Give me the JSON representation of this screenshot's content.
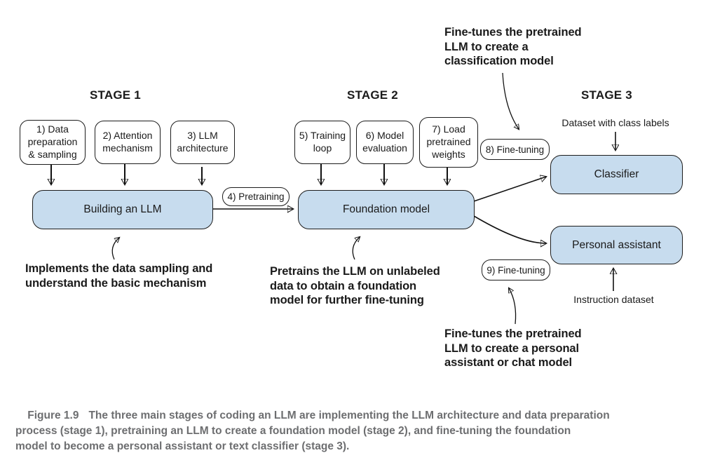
{
  "colors": {
    "box_fill": "#c7dcee",
    "box_border": "#1c1c1c",
    "caption_text": "#6d6e70"
  },
  "stages": {
    "stage1": "STAGE 1",
    "stage2": "STAGE 2",
    "stage3": "STAGE 3"
  },
  "steps": {
    "s1": "1) Data\npreparation\n& sampling",
    "s2": "2) Attention\nmechanism",
    "s3": "3) LLM\narchitecture",
    "s4": "4) Pretraining",
    "s5": "5) Training\nloop",
    "s6": "6) Model\nevaluation",
    "s7": "7) Load\npretrained\nweights",
    "s8": "8) Fine-tuning",
    "s9": "9) Fine-tuning"
  },
  "nodes": {
    "building": "Building an LLM",
    "foundation": "Foundation model",
    "classifier": "Classifier",
    "assistant": "Personal assistant"
  },
  "io_labels": {
    "class_dataset": "Dataset with class labels",
    "instruction_dataset": "Instruction dataset"
  },
  "annotations": {
    "classification": "Fine-tunes the pretrained\nLLM to create a\nclassification model",
    "implements": "Implements the data sampling and\nunderstand the basic mechanism",
    "pretrains": "Pretrains the LLM on unlabeled\ndata to obtain a foundation\nmodel for further fine-tuning",
    "assistant": "Fine-tunes the pretrained\nLLM to create a personal\nassistant or chat model"
  },
  "caption": {
    "label": "Figure 1.9",
    "text": "The three main stages of coding an LLM are implementing the LLM architecture and data preparation\nprocess (stage 1), pretraining an LLM to create a foundation model (stage 2), and fine-tuning the foundation\nmodel to become a personal assistant or text classifier (stage 3)."
  }
}
